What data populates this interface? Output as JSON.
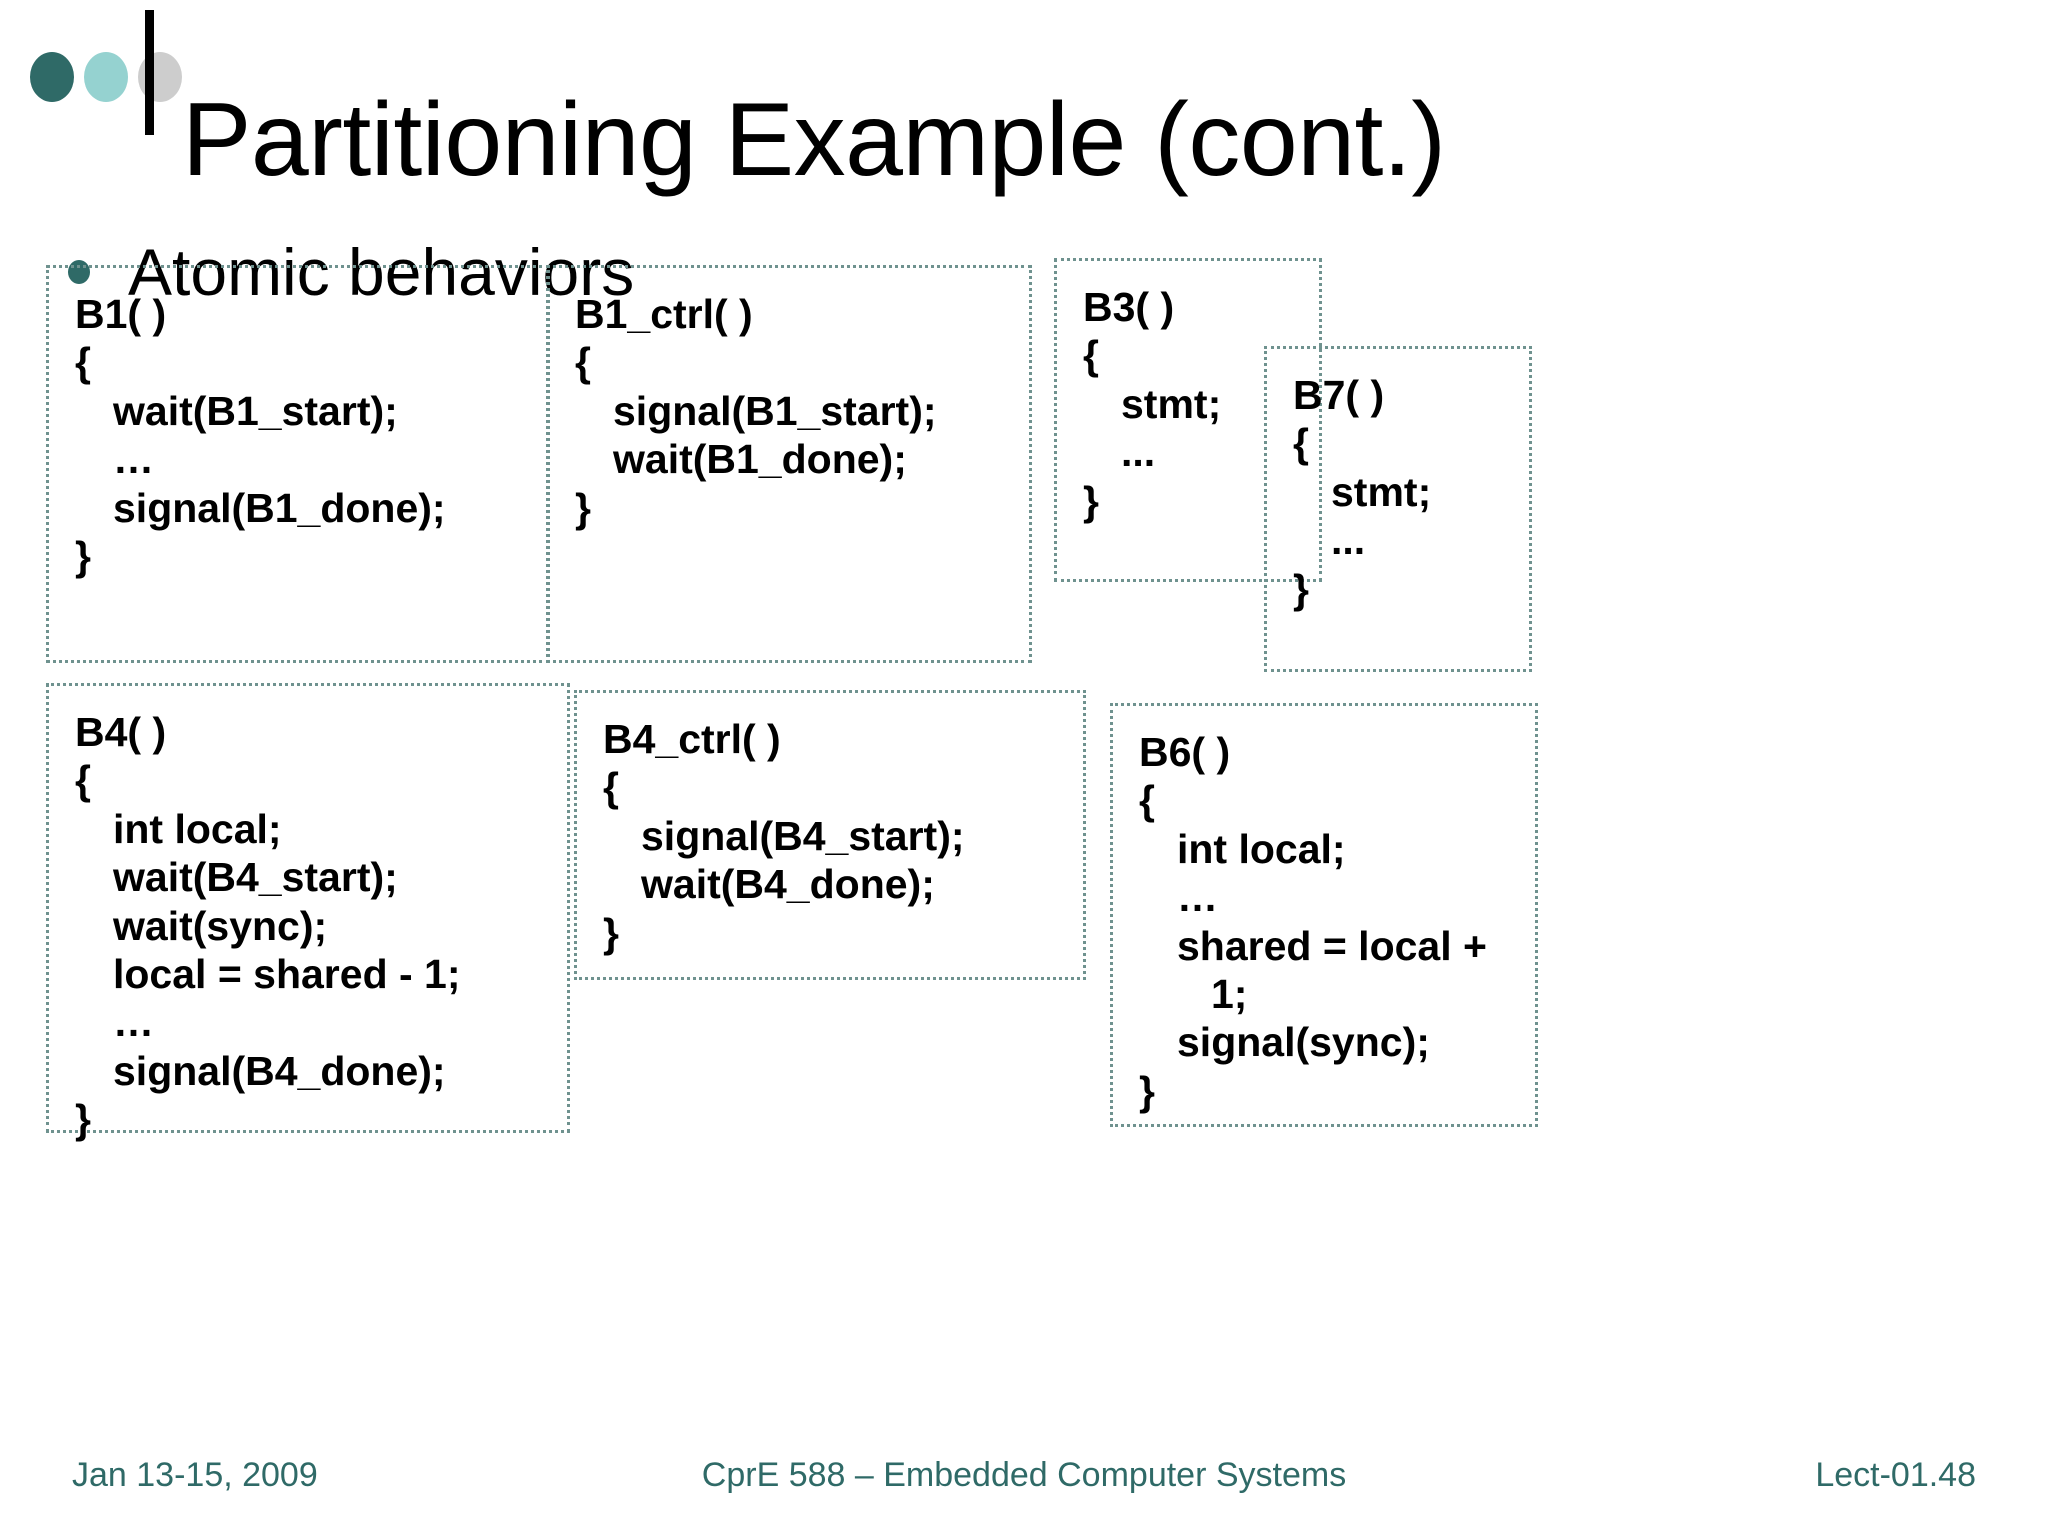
{
  "header": {
    "title": "Partitioning Example (cont.)",
    "dots": [
      {
        "name": "dot-dark-teal",
        "color": "#2f6a67"
      },
      {
        "name": "dot-light-teal",
        "color": "#95d2d0"
      },
      {
        "name": "dot-gray",
        "color": "#cdcdcd"
      }
    ],
    "rule_color": "#000000"
  },
  "bullet": {
    "text": "Atomic behaviors",
    "marker_color": "#2f6a67"
  },
  "boxes": {
    "b1": {
      "name": "B1",
      "lines": [
        {
          "text": "B1( )",
          "indent": 0
        },
        {
          "text": "{",
          "indent": 0
        },
        {
          "text": "wait(B1_start);",
          "indent": 1
        },
        {
          "text": "…",
          "indent": 1
        },
        {
          "text": "signal(B1_done);",
          "indent": 1
        },
        {
          "text": "}",
          "indent": 0
        }
      ]
    },
    "b1ctrl": {
      "name": "B1_ctrl",
      "lines": [
        {
          "text": "B1_ctrl( )",
          "indent": 0
        },
        {
          "text": "{",
          "indent": 0
        },
        {
          "text": "signal(B1_start);",
          "indent": 1
        },
        {
          "text": "wait(B1_done);",
          "indent": 1
        },
        {
          "text": "}",
          "indent": 0
        }
      ]
    },
    "b3": {
      "name": "B3",
      "lines": [
        {
          "text": "B3( )",
          "indent": 0
        },
        {
          "text": "{",
          "indent": 0
        },
        {
          "text": "stmt;",
          "indent": 1
        },
        {
          "text": "...",
          "indent": 1
        },
        {
          "text": "}",
          "indent": 0
        }
      ]
    },
    "b7": {
      "name": "B7",
      "lines": [
        {
          "text": "B7( )",
          "indent": 0
        },
        {
          "text": "{",
          "indent": 0
        },
        {
          "text": "stmt;",
          "indent": 1
        },
        {
          "text": "...",
          "indent": 1
        },
        {
          "text": "}",
          "indent": 0
        }
      ]
    },
    "b4": {
      "name": "B4",
      "lines": [
        {
          "text": "B4( )",
          "indent": 0
        },
        {
          "text": "{",
          "indent": 0
        },
        {
          "text": "int local;",
          "indent": 1
        },
        {
          "text": "wait(B4_start);",
          "indent": 1
        },
        {
          "text": "wait(sync);",
          "indent": 1
        },
        {
          "text": "local = shared - 1;",
          "indent": 1
        },
        {
          "text": "…",
          "indent": 1
        },
        {
          "text": "signal(B4_done);",
          "indent": 1
        },
        {
          "text": "}",
          "indent": 0
        }
      ]
    },
    "b4ctrl": {
      "name": "B4_ctrl",
      "lines": [
        {
          "text": "B4_ctrl( )",
          "indent": 0
        },
        {
          "text": "{",
          "indent": 0
        },
        {
          "text": "signal(B4_start);",
          "indent": 1
        },
        {
          "text": "wait(B4_done);",
          "indent": 1
        },
        {
          "text": "}",
          "indent": 0
        }
      ]
    },
    "b6": {
      "name": "B6",
      "lines": [
        {
          "text": "B6( )",
          "indent": 0
        },
        {
          "text": "{",
          "indent": 0
        },
        {
          "text": "int local;",
          "indent": 1
        },
        {
          "text": "…",
          "indent": 1
        },
        {
          "text": "shared = local +",
          "indent": 1
        },
        {
          "text": "1;",
          "indent": 2
        },
        {
          "text": "signal(sync);",
          "indent": 1
        },
        {
          "text": "}",
          "indent": 0
        }
      ]
    }
  },
  "footer": {
    "date": "Jan 13-15, 2009",
    "course": "CprE 588 – Embedded Computer Systems",
    "lecture": "Lect-01.48",
    "color": "#2f6a67"
  }
}
